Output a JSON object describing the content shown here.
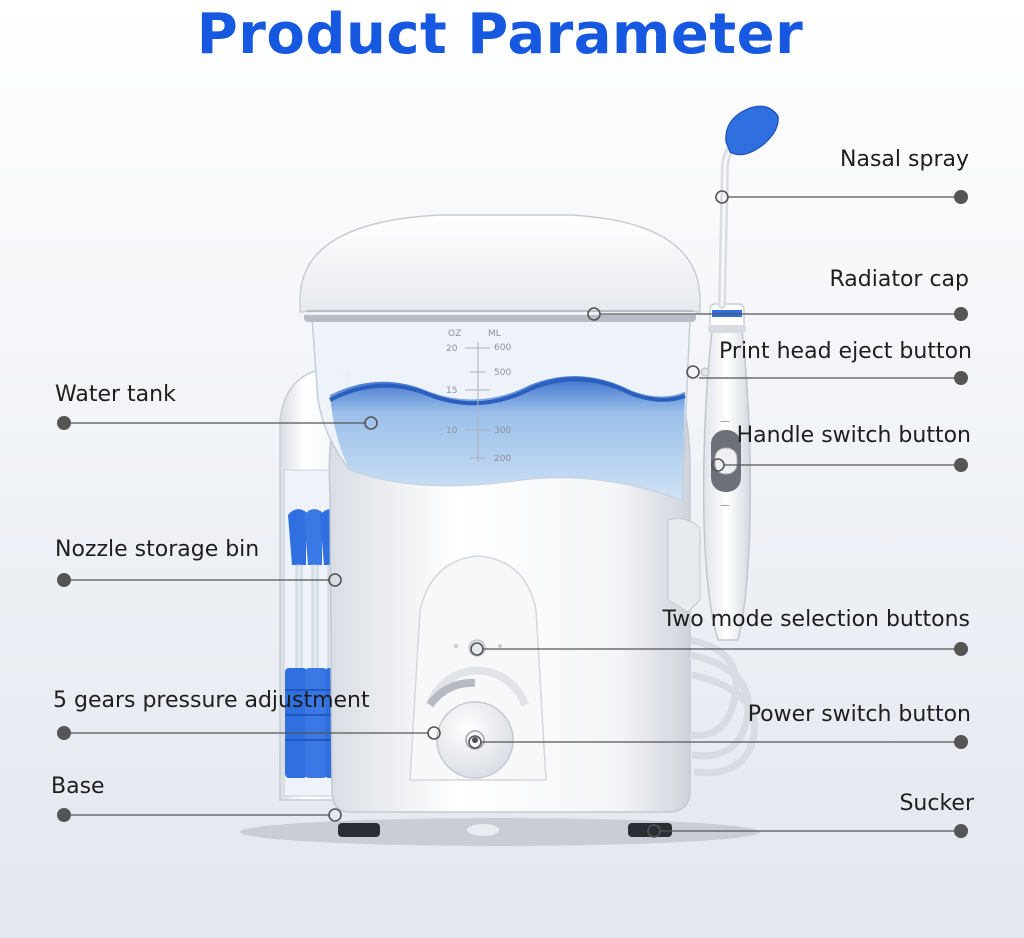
{
  "title": "Product Parameter",
  "labels": {
    "water_tank": "Water tank",
    "nozzle_storage_bin": "Nozzle storage bin",
    "pressure_adjustment": "5 gears pressure adjustment",
    "base": "Base",
    "nasal_spray": "Nasal spray",
    "radiator_cap": "Radiator cap",
    "print_head_eject": "Print head eject button",
    "handle_switch": "Handle switch button",
    "two_mode_selection": "Two mode selection buttons",
    "power_switch": "Power switch button",
    "sucker": "Sucker"
  },
  "tank_scale": {
    "oz_header": "OZ",
    "ml_header": "ML",
    "oz": [
      "20",
      "15",
      "10"
    ],
    "ml": [
      "600",
      "500",
      "300",
      "200"
    ]
  },
  "colors": {
    "title": "#1659e0",
    "accent_blue": "#2f6fe0",
    "leader": "#555555"
  }
}
